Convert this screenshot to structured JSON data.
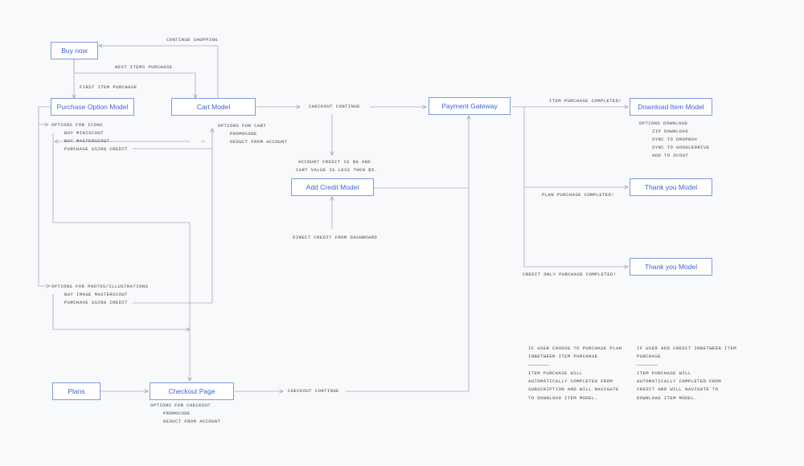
{
  "nodes": {
    "buy_now": "Buy now",
    "purchase_option": "Purchase Option Model",
    "cart": "Cart Model",
    "payment_gateway": "Payment Gateway",
    "download_item": "Download Item Model",
    "thank_you_1": "Thank you Model",
    "thank_you_2": "Thank you Model",
    "add_credit": "Add Credit Model",
    "plans": "Plans",
    "checkout_page": "Checkout Page"
  },
  "labels": {
    "continue_shopping": "CONTINUE SHOPPING",
    "next_items_purchase": "NEXT ITEMS PURCHASE",
    "first_item_purchase": "FIRST ITEM PURCHASE",
    "checkout_continue_1": "CHECKOUT CONTINUE",
    "checkout_continue_2": "CHECKOUT CONTINUE",
    "item_purchase_completed": "ITEM PURCHASE COMPLETED!",
    "plan_purchase_completed": "PLAN PURCHASE COMPLETED!",
    "credit_only_purchase_completed": "CREDIT ONLY PURCHASE COMPLETED!",
    "account_credit_1": "ACCOUNT CREDIT IS $0 AND",
    "account_credit_2": "CART VALUE IS LESS THEN $5.",
    "direct_credit": "DIRECT CREDIT FROM DASHBOARD"
  },
  "icon_options": [
    "OPTIONS FOR ICONS",
    "BUY MINISCOUT",
    "BUY MASTERSCOUT",
    "PURCHASE USING CREDIT"
  ],
  "photo_options": [
    "OPTIONS FOR PHOTOS/ILLUSTRATIONS",
    "BUY IMAGE MASTERSCOUT",
    "PURCHASE USING CREDIT"
  ],
  "cart_options": [
    "OPTIONS FOR CART",
    "PROMOCODE",
    "DEDUCT FROM ACCOUNT"
  ],
  "download_options": [
    "OPTIONS DOWNLOAD",
    "ZIP DOWNLOAD",
    "SYNC TO DROPBOX",
    "SYNC TO GOOGLEDRIVE",
    "ADD TO SCOUT"
  ],
  "checkout_options": [
    "OPTIONS FOR CHECKOUT",
    "PROMOCODE",
    "DEDUCT FROM ACCOUNT"
  ],
  "note_plan": [
    "IF USER CHOOSE TO PURCHASE PLAN",
    "INBETWEEN ITEM PURCHASE",
    "———————",
    "ITEM PURCHASE WILL",
    "AUTOMATICALLY COMPLETED FROM",
    "SUBSCRIPTION AND WILL NAVIGATE",
    "TO DOWNLOAD ITEM MODEL."
  ],
  "note_credit": [
    "IF USER ADD CREDIT INBETWEEN ITEM",
    "PURCHASE",
    "———————",
    "ITEM PURCHASE WILL",
    "AUTOMATICALLY COMPLETED FROM",
    "CREDIT AND WILL NAVIGATE TO",
    "DOWNLOAD ITEM MODEL."
  ],
  "colors": {
    "node_border": "#7e9be0",
    "node_text": "#3c64d6",
    "line": "#a7aab3",
    "background": "#f8f9fb"
  }
}
